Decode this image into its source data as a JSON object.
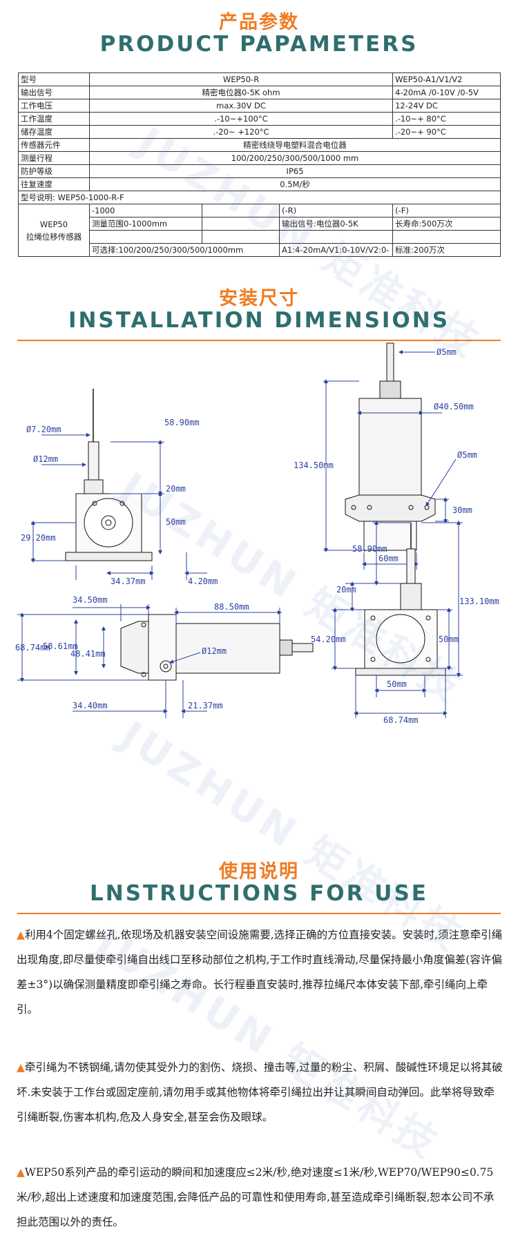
{
  "sections": {
    "params_cn": "产品参数",
    "params_en": "PRODUCT PAPAMETERS",
    "install_cn": "安装尺寸",
    "install_en": "INSTALLATION DIMENSIONS",
    "usage_cn": "使用说明",
    "usage_en": "LNSTRUCTIONS FOR USE"
  },
  "watermark": {
    "en": "JUZHUN",
    "cn": "矩准科技"
  },
  "spec_table": {
    "header": [
      "型号",
      "WEP50-R",
      "WEP50-A1/V1/V2"
    ],
    "rows": [
      [
        "输出信号",
        "精密电位器0-5K ohm",
        "4-20mA /0-10V /0-5V"
      ],
      [
        "工作电压",
        "max.30V DC",
        "12-24V DC"
      ],
      [
        "工作温度",
        ".-10~+100°C",
        ".-10~+ 80°C"
      ],
      [
        "储存温度",
        ".-20~ +120°C",
        ".-20~+ 90°C"
      ]
    ],
    "merged_rows": [
      [
        "传感器元件",
        "精密线绕导电塑料混合电位器"
      ],
      [
        "测量行程",
        "100/200/250/300/500/1000 mm"
      ],
      [
        "防护等级",
        "IP65"
      ],
      [
        "往复速度",
        "0.5M/秒"
      ]
    ],
    "model_desc": "型号说明:  WEP50-1000-R-F",
    "model_name": "WEP50\n拉绳位移传感器",
    "code_cols": [
      "-1000",
      "(-R)",
      "(-F)"
    ],
    "code_desc": [
      "测量范围0-1000mm",
      "输出信号:电位器0-5K",
      "长寿命:500万次"
    ],
    "code_opts": [
      "可选择:100/200/250/300/500/1000mm",
      "A1:4-20mA/V1:0-10V/V2:0-",
      "标准:200万次"
    ]
  },
  "dims": {
    "d1": "Ø7.20mm",
    "d2": "58.90mm",
    "d3": "Ø12mm",
    "d4": "20mm",
    "d5": "50mm",
    "d6": "29.20mm",
    "d7": "34.37mm",
    "d8": "4.20mm",
    "s1": "Ø5mm",
    "s2": "Ø40.50mm",
    "s3": "134.50mm",
    "s4": "Ø5mm",
    "s5": "30mm",
    "s6": "60mm",
    "b1": "34.50mm",
    "b2": "88.50mm",
    "b3": "68.74mm",
    "b4": "58.61mm",
    "b5": "48.41mm",
    "b6": "Ø12mm",
    "b7": "34.40mm",
    "b8": "21.37mm",
    "r1": "58.90mm",
    "r2": "133.10mm",
    "r3": "20mm",
    "r4": "54.20mm",
    "r5": "50mm",
    "r6": "50mm",
    "r7": "68.74mm"
  },
  "instructions": [
    "利用4个固定螺丝孔,依现场及机器安装空间设施需要,选择正确的方位直接安装。安装时,须注意牵引绳出现角度,即尽量使牵引绳自出线口至移动部位之机构,于工作时直线滑动,尽量保持最小角度偏差(容许偏差±3°)以确保测量精度即牵引绳之寿命。长行程垂直安装时,推荐拉绳尺本体安装下部,牵引绳向上牵引。",
    "牵引绳为不锈钢绳,请勿使其受外力的割伤、烧损、撞击等,过量的粉尘、积屑、酸碱性环境足以将其破坏.未安装于工作台或固定座前,请勿用手或其他物体将牵引绳拉出并让其瞬间自动弹回。此举将导致牵引绳断裂,伤害本机构,危及人身安全,甚至会伤及眼球。",
    "WEP50系列产品的牵引运动的瞬间和加速度应≤2米/秒,绝对速度≤1米/秒,WEP70/WEP90≤0.75米/秒,超出上述速度和加速度范围,会降低产品的可靠性和使用寿命,甚至造成牵引绳断裂,恕本公司不承担此范围以外的责任。"
  ]
}
